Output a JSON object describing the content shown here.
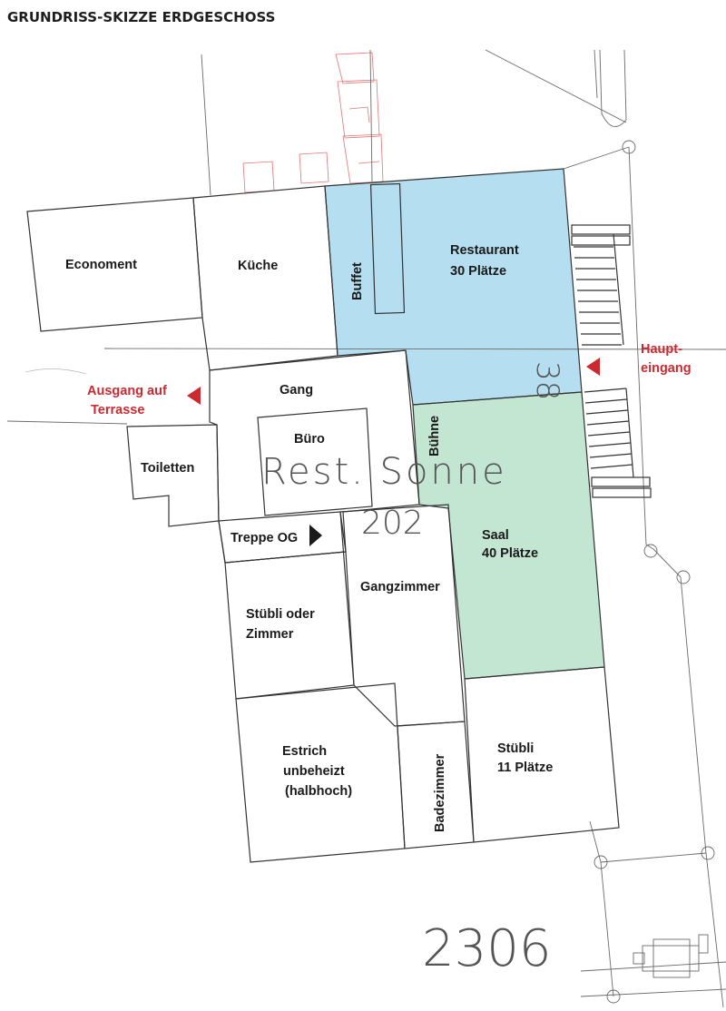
{
  "title": "GRUNDRISS-SKIZZE ERDGESCHOSS",
  "rooms": {
    "economent": "Economent",
    "kueche": "Küche",
    "buffet": "Buffet",
    "restaurant": [
      "Restaurant",
      "30 Plätze"
    ],
    "gang": "Gang",
    "buero": "Büro",
    "toiletten": "Toiletten",
    "buehne": "Bühne",
    "saal": [
      "Saal",
      "40 Plätze"
    ],
    "treppe": "Treppe OG",
    "gangzimmer": "Gangzimmer",
    "stuebli_oder_zimmer": [
      "Stübli oder",
      "Zimmer"
    ],
    "estrich": [
      "Estrich",
      "unbeheizt",
      "(halbhoch)"
    ],
    "badezimmer": "Badezimmer",
    "stuebli": [
      "Stübli",
      "11 Plätze"
    ]
  },
  "labels": {
    "ausgang": [
      "Ausgang auf",
      "Terrasse"
    ],
    "haupteingang": [
      "Haupt-",
      "eingang"
    ]
  },
  "survey": {
    "rest_sonne": "Rest. Sonne",
    "num_202": "202",
    "num_38": "38",
    "num_2306": "2306"
  },
  "colors": {
    "restaurant_fill": "#b5dff0",
    "saal_fill": "#c3e6d2",
    "accent_red": "#cc2a30",
    "arrow_dark": "#1a1a1a",
    "survey_red": "#e05a5a"
  }
}
